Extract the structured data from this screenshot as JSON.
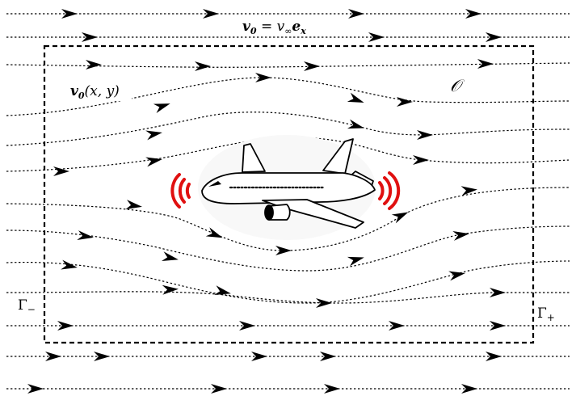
{
  "labels": {
    "far_field_velocity": {
      "v": "v",
      "sub0": "0",
      "eq": " = ",
      "vinf": "v",
      "subinf": "∞",
      "e": "e",
      "subx": "x"
    },
    "local_velocity": {
      "v": "v",
      "sub0": "0",
      "args": "(x, y)"
    },
    "domain": "𝒪",
    "gamma_minus": {
      "G": "Γ",
      "sub": "−"
    },
    "gamma_plus": {
      "G": "Γ",
      "sub": "+"
    }
  },
  "icons": [
    "streamline-arrow-icon",
    "airplane-icon",
    "sound-wave-icon"
  ],
  "colors": {
    "stroke": "#000000",
    "sound_wave": "#e01010",
    "background": "#ffffff"
  }
}
